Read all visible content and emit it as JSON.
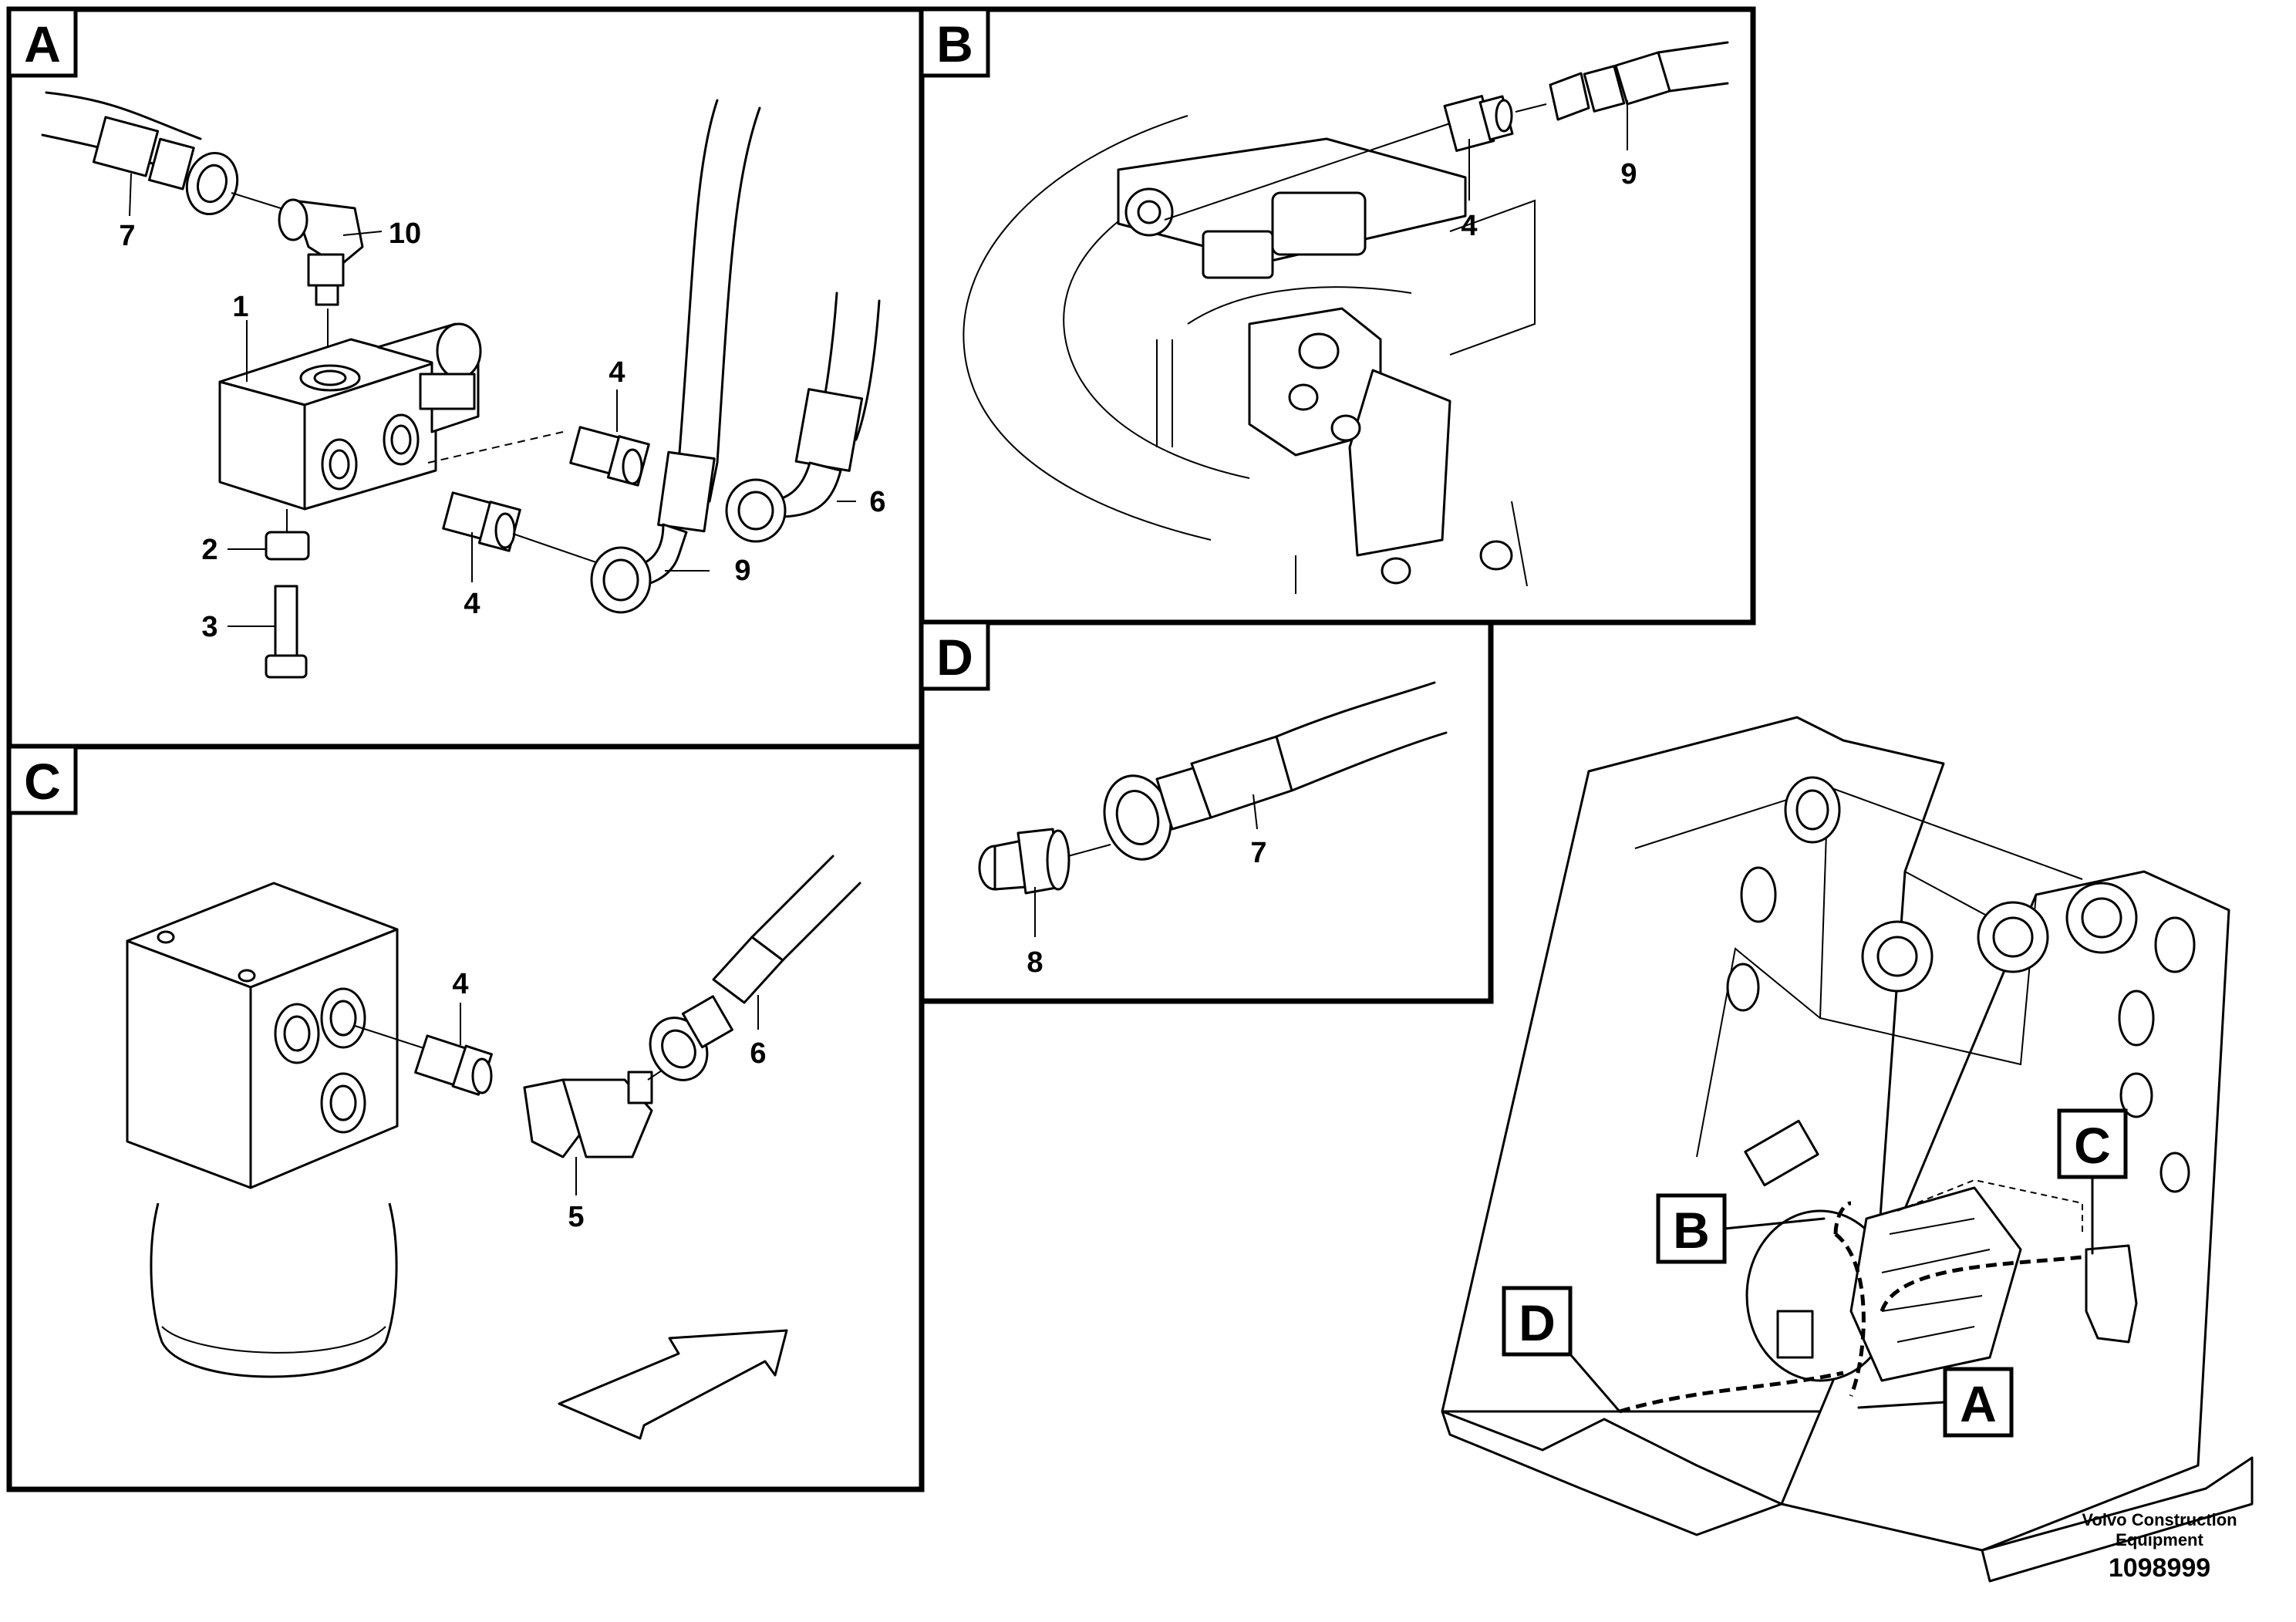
{
  "panels": {
    "a": {
      "tag": "A",
      "callouts": [
        "7",
        "10",
        "1",
        "4",
        "6",
        "2",
        "9",
        "3",
        "4"
      ]
    },
    "b": {
      "tag": "B",
      "callouts": [
        "9",
        "4"
      ]
    },
    "c": {
      "tag": "C",
      "callouts": [
        "4",
        "6",
        "5"
      ]
    },
    "d": {
      "tag": "D",
      "callouts": [
        "7",
        "8"
      ]
    }
  },
  "overview": {
    "markers": [
      "C",
      "B",
      "D",
      "A"
    ]
  },
  "footer": {
    "company_line1": "Volvo Construction",
    "company_line2": "Equipment",
    "figure_number": "1098999"
  }
}
